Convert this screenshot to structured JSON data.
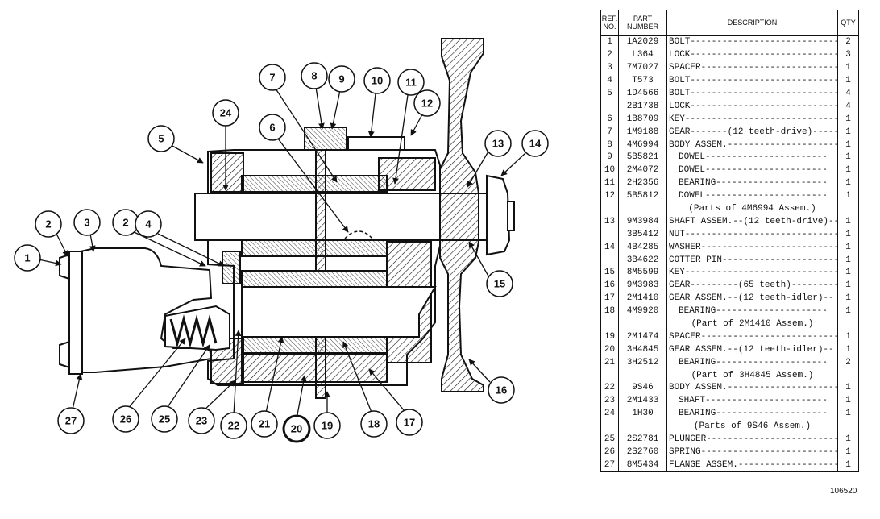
{
  "diagram": {
    "callouts": [
      "1",
      "2",
      "3",
      "2",
      "4",
      "5",
      "24",
      "6",
      "7",
      "8",
      "9",
      "10",
      "11",
      "12",
      "13",
      "14",
      "15",
      "16",
      "17",
      "18",
      "19",
      "20",
      "21",
      "22",
      "23",
      "25",
      "26",
      "27"
    ]
  },
  "table": {
    "headers": {
      "ref": "REF. NO.",
      "part": "PART NUMBER",
      "desc": "DESCRIPTION",
      "qty": "QTY"
    },
    "rows": [
      {
        "ref": "1",
        "part": "1A2029",
        "desc": "BOLT-----------------------------",
        "qty": "2"
      },
      {
        "ref": "2",
        "part": "L364",
        "desc": "LOCK----------------------------",
        "qty": "3"
      },
      {
        "ref": "3",
        "part": "7M7027",
        "desc": "SPACER--------------------------",
        "qty": "1"
      },
      {
        "ref": "4",
        "part": "T573",
        "desc": "BOLT-----------------------------",
        "qty": "1"
      },
      {
        "ref": "5",
        "part": "1D4566",
        "desc": "BOLT-----------------------------",
        "qty": "4"
      },
      {
        "ref": "",
        "part": "2B1738",
        "desc": "LOCK-----------------------------",
        "qty": "4"
      },
      {
        "ref": "6",
        "part": "1B8709",
        "desc": "KEY------------------------------",
        "qty": "1"
      },
      {
        "ref": "7",
        "part": "1M9188",
        "desc": "GEAR-------(12 teeth-drive)-----",
        "qty": "1"
      },
      {
        "ref": "8",
        "part": "4M6994",
        "desc": "BODY ASSEM.----------------------",
        "qty": "1"
      },
      {
        "ref": "9",
        "part": "5B5821",
        "desc": "DOWEL-----------------------",
        "qty": "1",
        "indent": true
      },
      {
        "ref": "10",
        "part": "2M4072",
        "desc": "DOWEL-----------------------",
        "qty": "1",
        "indent": true
      },
      {
        "ref": "11",
        "part": "2H2356",
        "desc": "BEARING---------------------",
        "qty": "1",
        "indent": true
      },
      {
        "ref": "12",
        "part": "5B5812",
        "desc": "DOWEL-----------------------",
        "qty": "1",
        "indent": true
      },
      {
        "ref": "",
        "part": "",
        "desc": "(Parts of 4M6994 Assem.)",
        "qty": "",
        "note": true
      },
      {
        "ref": "13",
        "part": "9M3984",
        "desc": "SHAFT ASSEM.--(12 teeth-drive)--",
        "qty": "1"
      },
      {
        "ref": "",
        "part": "3B5412",
        "desc": "NUT------------------------------",
        "qty": "1"
      },
      {
        "ref": "14",
        "part": "4B4285",
        "desc": "WASHER---------------------------",
        "qty": "1"
      },
      {
        "ref": "",
        "part": "3B4622",
        "desc": "COTTER PIN-----------------------",
        "qty": "1"
      },
      {
        "ref": "15",
        "part": "8M5599",
        "desc": "KEY------------------------------",
        "qty": "1"
      },
      {
        "ref": "16",
        "part": "9M3983",
        "desc": "GEAR---------(65 teeth)---------",
        "qty": "1"
      },
      {
        "ref": "17",
        "part": "2M1410",
        "desc": "GEAR ASSEM.--(12 teeth-idler)--",
        "qty": "1"
      },
      {
        "ref": "18",
        "part": "4M9920",
        "desc": "BEARING---------------------",
        "qty": "1",
        "indent": true
      },
      {
        "ref": "",
        "part": "",
        "desc": "(Part of 2M1410 Assem.)",
        "qty": "",
        "note": true
      },
      {
        "ref": "19",
        "part": "2M1474",
        "desc": "SPACER---------------------------",
        "qty": "1"
      },
      {
        "ref": "20",
        "part": "3H4845",
        "desc": "GEAR ASSEM.--(12 teeth-idler)--",
        "qty": "1"
      },
      {
        "ref": "21",
        "part": "3H2512",
        "desc": "BEARING---------------------",
        "qty": "2",
        "indent": true
      },
      {
        "ref": "",
        "part": "",
        "desc": "(Part of 3H4845 Assem.)",
        "qty": "",
        "note": true
      },
      {
        "ref": "22",
        "part": "9S46",
        "desc": "BODY ASSEM.----------------------",
        "qty": "1"
      },
      {
        "ref": "23",
        "part": "2M1433",
        "desc": "SHAFT-----------------------",
        "qty": "1",
        "indent": true
      },
      {
        "ref": "24",
        "part": "1H30",
        "desc": "BEARING---------------------",
        "qty": "1",
        "indent": true
      },
      {
        "ref": "",
        "part": "",
        "desc": "(Parts of 9S46 Assem.)",
        "qty": "",
        "note": true
      },
      {
        "ref": "25",
        "part": "2S2781",
        "desc": "PLUNGER--------------------------",
        "qty": "1"
      },
      {
        "ref": "26",
        "part": "2S2760",
        "desc": "SPRING---------------------------",
        "qty": "1"
      },
      {
        "ref": "27",
        "part": "8M5434",
        "desc": "FLANGE ASSEM.--------------------",
        "qty": "1"
      }
    ]
  },
  "figure_number": "106520"
}
